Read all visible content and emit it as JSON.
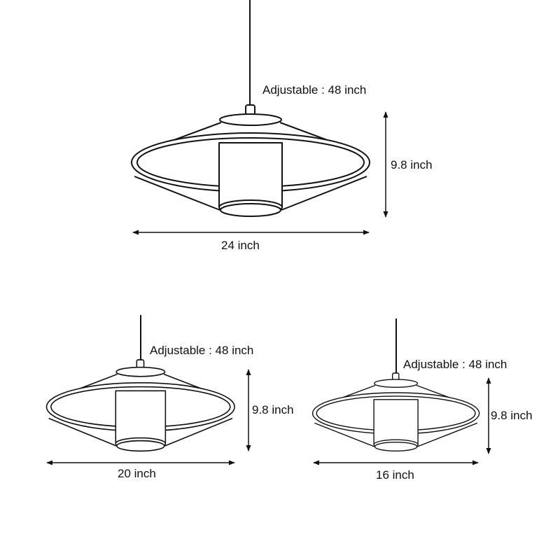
{
  "lamps": [
    {
      "size": "large",
      "cord_label": "Adjustable : 48 inch",
      "height_label": "9.8 inch",
      "width_label": "24 inch"
    },
    {
      "size": "medium",
      "cord_label": "Adjustable : 48 inch",
      "height_label": "9.8 inch",
      "width_label": "20 inch"
    },
    {
      "size": "small",
      "cord_label": "Adjustable : 48 inch",
      "height_label": "9.8 inch",
      "width_label": "16 inch"
    }
  ],
  "colors": {
    "line": "#111111",
    "background": "#ffffff"
  }
}
